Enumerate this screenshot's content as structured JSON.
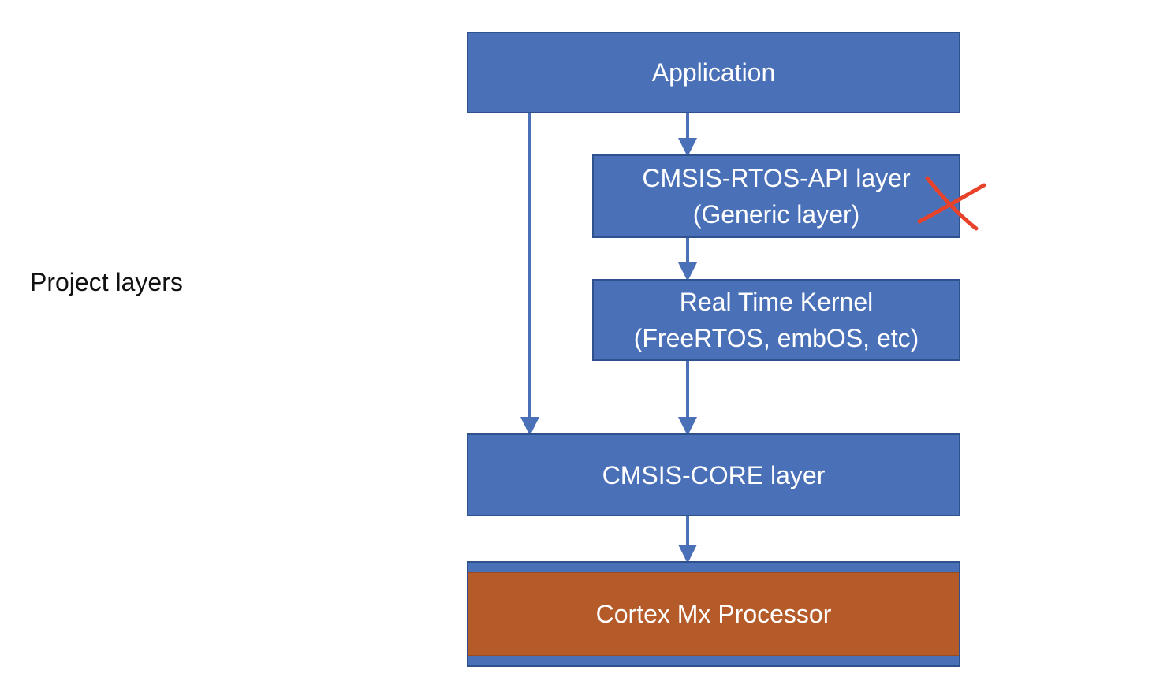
{
  "side_label": "Project layers",
  "blocks": {
    "application": "Application",
    "rtos_api_line1": "CMSIS-RTOS-API layer",
    "rtos_api_line2": "(Generic layer)",
    "kernel_line1": "Real Time Kernel",
    "kernel_line2": "(FreeRTOS, embOS, etc)",
    "core": "CMSIS-CORE layer",
    "processor": "Cortex Mx Processor"
  },
  "colors": {
    "layer_fill": "#4a70b8",
    "layer_border": "#2f528f",
    "processor_fill": "#b55b2a",
    "arrow": "#4a70b8",
    "cross_mark": "#e8432a"
  },
  "annotations": {
    "rtos_api_crossed_out": true
  }
}
